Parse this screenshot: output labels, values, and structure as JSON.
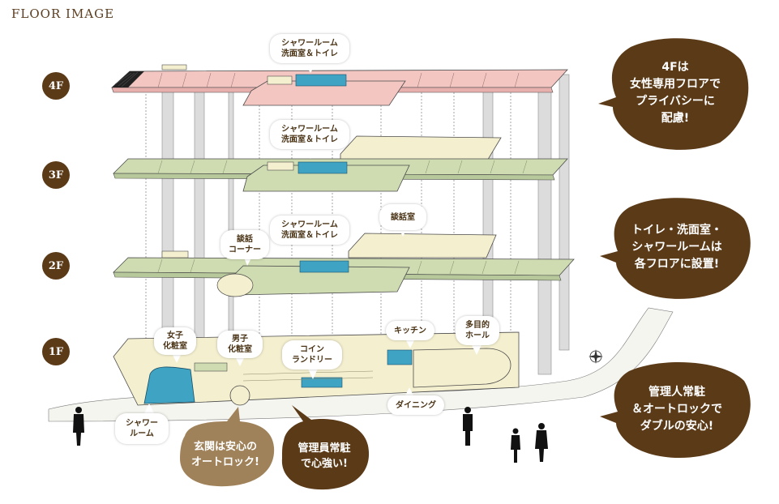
{
  "title": "FLOOR IMAGE",
  "floors": [
    "4F",
    "3F",
    "2F",
    "1F"
  ],
  "room_labels": {
    "shower_4f": [
      "シャワールーム",
      "洗面室＆トイレ"
    ],
    "shower_3f": [
      "シャワールーム",
      "洗面室＆トイレ"
    ],
    "shower_2f": [
      "シャワールーム",
      "洗面室＆トイレ"
    ],
    "danwa_corner": [
      "談話",
      "コーナー"
    ],
    "danwa_room": [
      "談話室"
    ],
    "women_powder": [
      "女子",
      "化粧室"
    ],
    "men_powder": [
      "男子",
      "化粧室"
    ],
    "coin_laundry": [
      "コイン",
      "ランドリー"
    ],
    "kitchen": [
      "キッチン"
    ],
    "multipurpose_hall": [
      "多目的",
      "ホール"
    ],
    "dining": [
      "ダイニング"
    ],
    "shower_room_1f": [
      "シャワー",
      "ルーム"
    ]
  },
  "callouts": {
    "women_only": [
      "4Fは",
      "女性専用フロアで",
      "プライバシーに",
      "配慮!"
    ],
    "every_floor": [
      "トイレ・洗面室・",
      "シャワールームは",
      "各フロアに設置!"
    ],
    "security": [
      "管理人常駐",
      "＆オートロックで",
      "ダブルの安心!"
    ],
    "entrance": [
      "玄関は安心の",
      "オートロック!"
    ],
    "manager": [
      "管理員常駐",
      "で心強い!"
    ]
  },
  "colors": {
    "brown": "#5b3a17",
    "tan": "#a0825a",
    "pink": "#f4c6c2",
    "green": "#cfdcb2",
    "cream": "#f4efcf",
    "blue": "#3fa3c4",
    "outline": "#4b4b4b"
  }
}
